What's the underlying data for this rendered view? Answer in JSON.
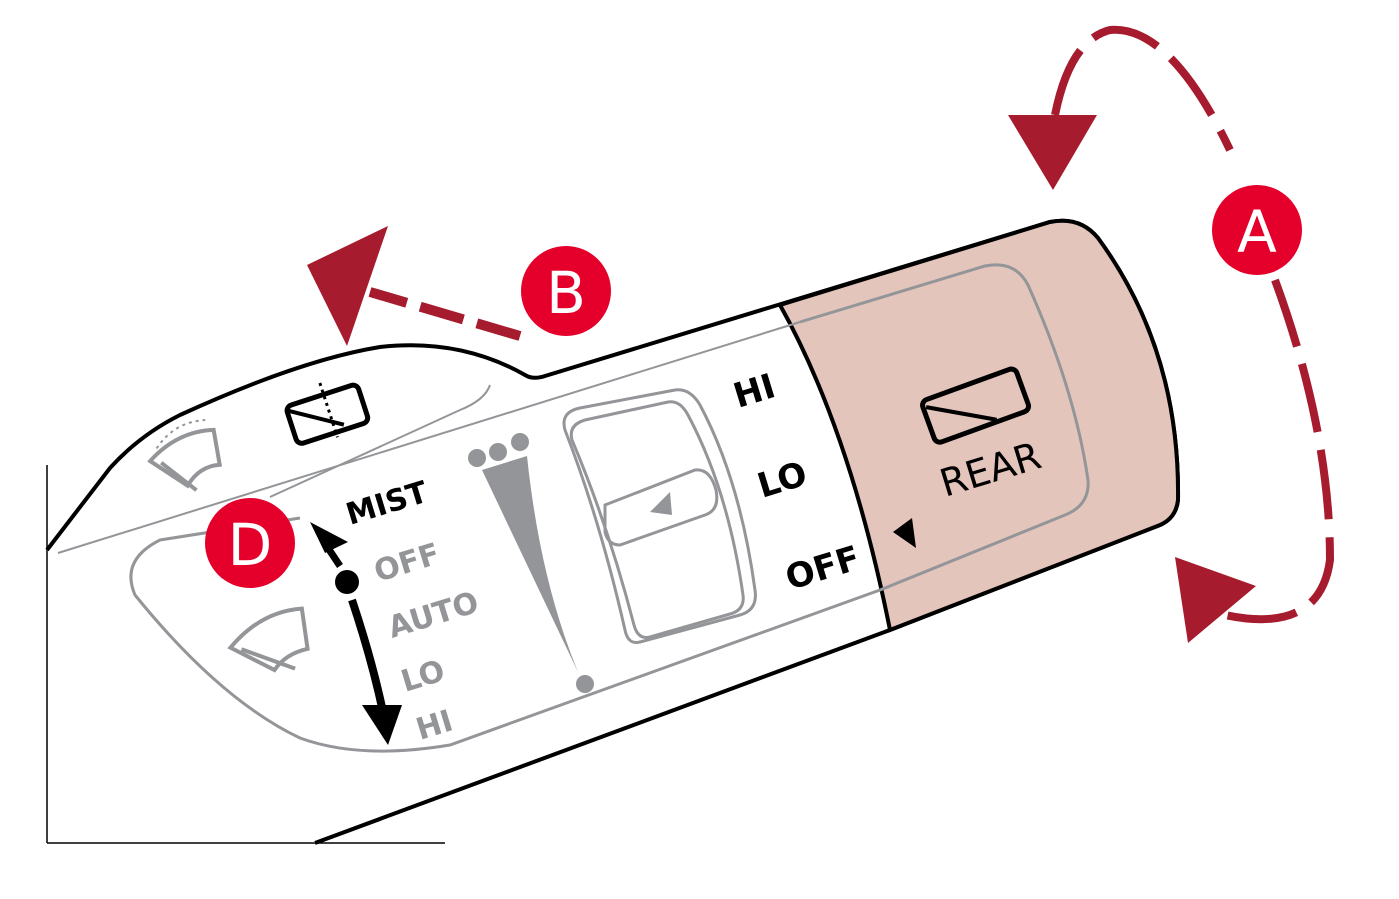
{
  "callouts": {
    "a": "A",
    "b": "B",
    "d": "D"
  },
  "rear_ring": {
    "positions": [
      "HI",
      "LO",
      "OFF"
    ],
    "label": "REAR"
  },
  "front_ring": {
    "positions": [
      "MIST",
      "OFF",
      "AUTO",
      "LO",
      "HI"
    ]
  },
  "colors": {
    "accent_red": "#e4002b",
    "arrow_red": "#a61c2e",
    "cap_fill": "#e4c5bc",
    "gray": "#939598"
  }
}
